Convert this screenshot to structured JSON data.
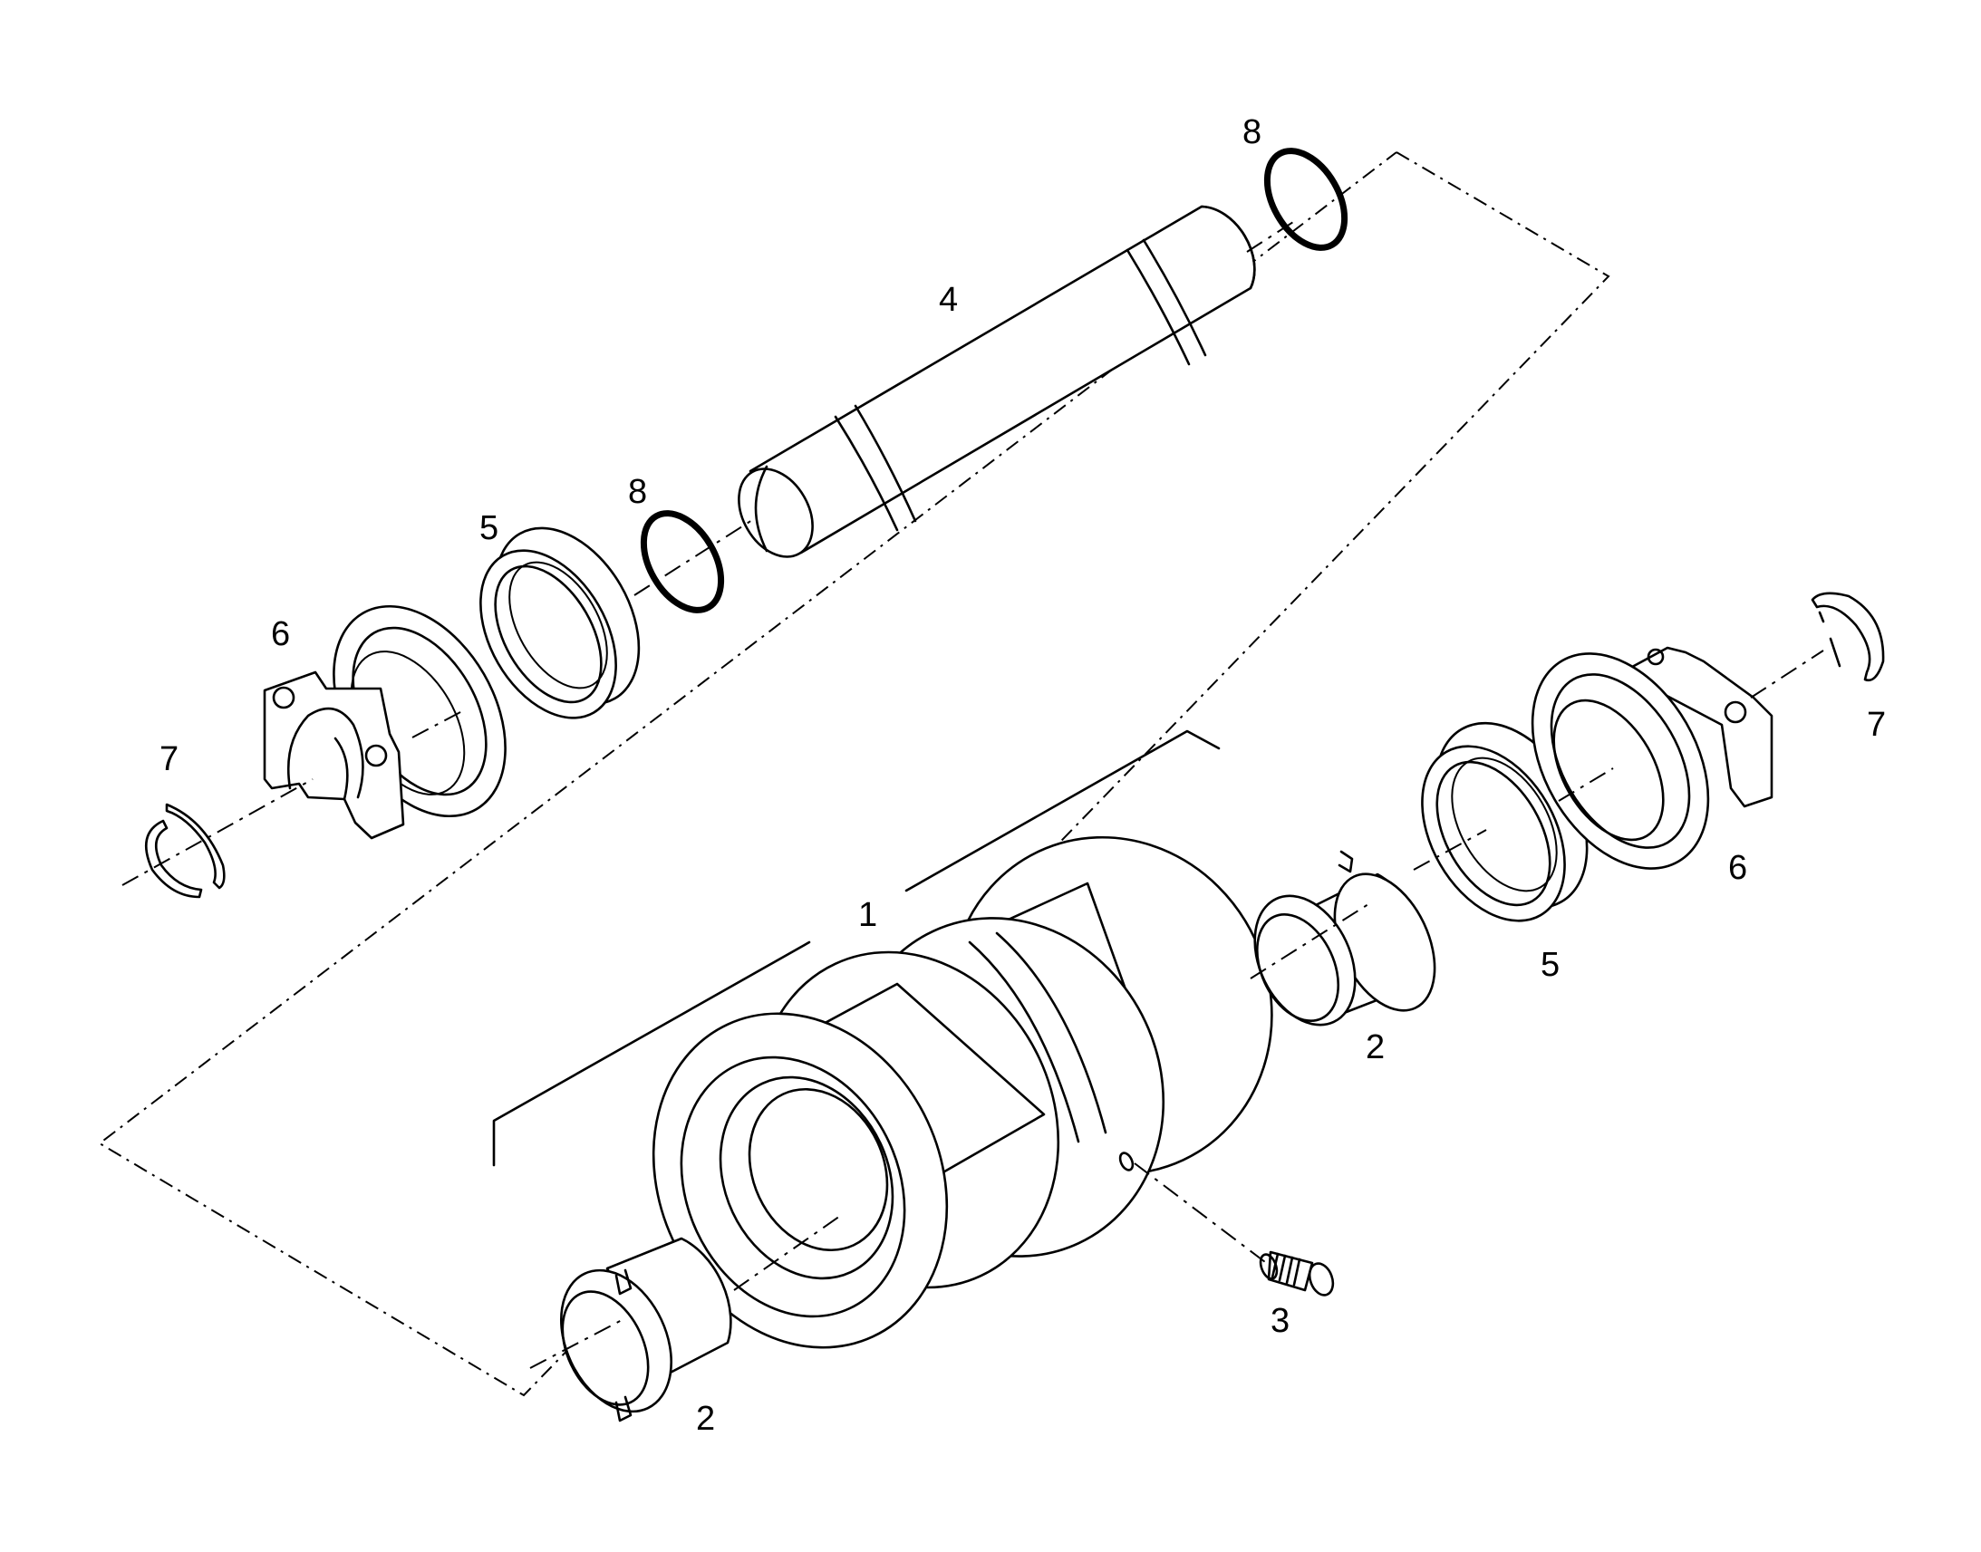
{
  "callouts": [
    {
      "id": "1",
      "text": "1"
    },
    {
      "id": "2a",
      "text": "2"
    },
    {
      "id": "2b",
      "text": "2"
    },
    {
      "id": "3",
      "text": "3"
    },
    {
      "id": "4",
      "text": "4"
    },
    {
      "id": "5a",
      "text": "5"
    },
    {
      "id": "5b",
      "text": "5"
    },
    {
      "id": "6a",
      "text": "6"
    },
    {
      "id": "6b",
      "text": "6"
    },
    {
      "id": "7a",
      "text": "7"
    },
    {
      "id": "7b",
      "text": "7"
    },
    {
      "id": "8a",
      "text": "8"
    },
    {
      "id": "8b",
      "text": "8"
    }
  ],
  "colors": {
    "line": "#000000",
    "background": "#ffffff"
  }
}
